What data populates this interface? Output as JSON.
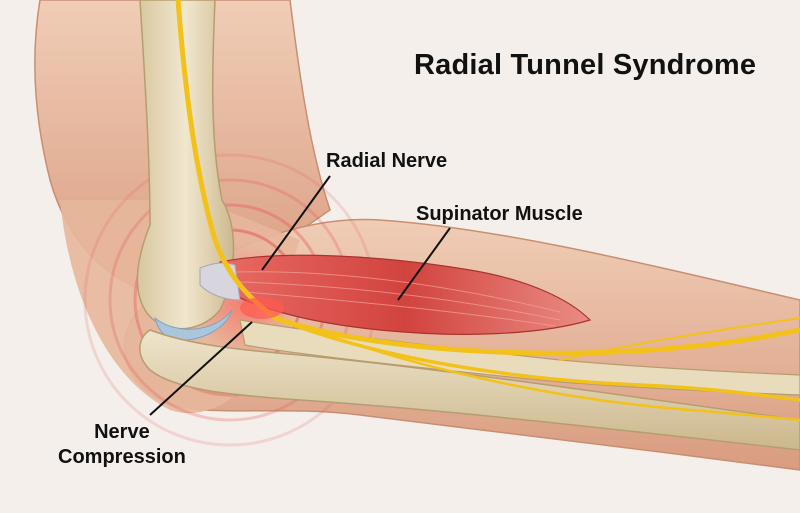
{
  "title": "Radial Tunnel Syndrome",
  "labels": {
    "radial_nerve": "Radial Nerve",
    "supinator_muscle": "Supinator Muscle",
    "nerve_compression_line1": "Nerve",
    "nerve_compression_line2": "Compression"
  },
  "colors": {
    "background": "#f4efea",
    "skin": "#e9bfa6",
    "skin_shadow": "#d89b80",
    "bone": "#e8dcc0",
    "bone_shadow": "#c9b58e",
    "muscle": "#d9534f",
    "nerve": "#f2c21b",
    "pain_rings": "#e55a5a",
    "cartilage": "#a9c6dc",
    "leader_lines": "#111111"
  }
}
